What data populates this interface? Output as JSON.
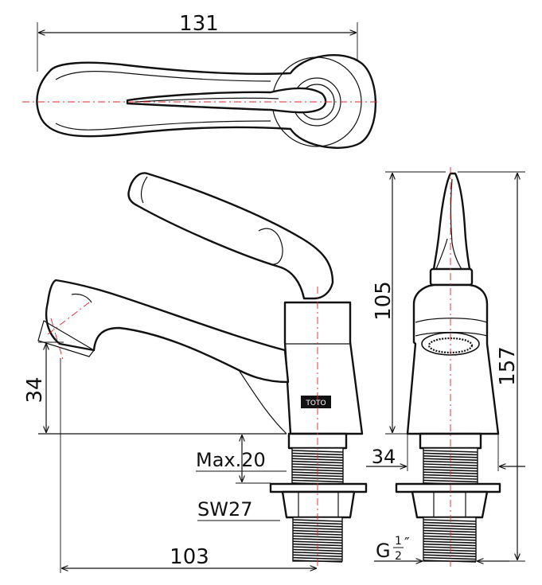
{
  "dimensions": {
    "top_length": "131",
    "height_handle": "105",
    "total_height": "157",
    "spout_height": "34",
    "max_counter": "Max.20",
    "base_diameter": "34",
    "wrench_size": "SW27",
    "reach": "103",
    "thread_size": "G",
    "thread_num": "1",
    "thread_den": "2",
    "thread_unit": "″"
  },
  "label_stamp": "TOTO"
}
